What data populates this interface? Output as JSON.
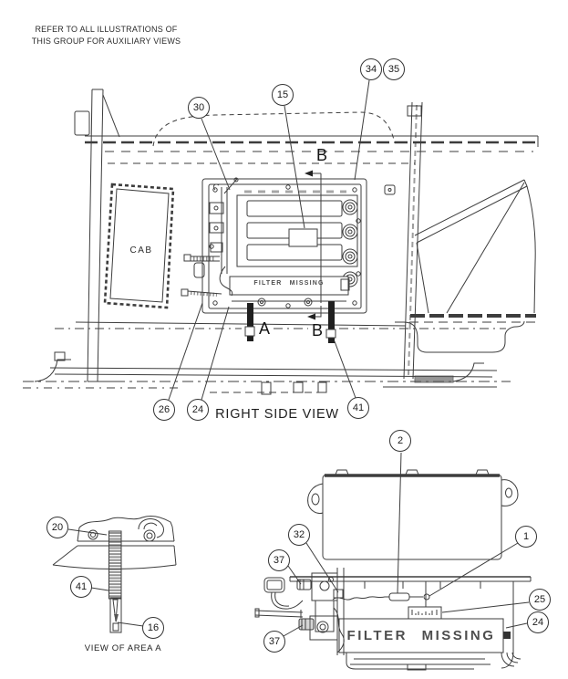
{
  "note": {
    "line1": "REFER TO ALL ILLUSTRATIONS OF",
    "line2": "THIS GROUP FOR AUXILIARY VIEWS"
  },
  "main_view": {
    "caption": "RIGHT SIDE VIEW",
    "cab_label": "CAB",
    "filter_band_text": "FILTER MISSING",
    "section_arrow_top": "B",
    "section_marker_a": "A",
    "section_marker_b": "B",
    "callouts": {
      "c30": "30",
      "c15": "15",
      "c34": "34",
      "c35": "35",
      "c26": "26",
      "c24": "24",
      "c41": "41"
    }
  },
  "area_a_view": {
    "caption": "VIEW OF AREA A",
    "callouts": {
      "c20": "20",
      "c41": "41",
      "c16": "16"
    }
  },
  "rear_view": {
    "filter_band_text": "FILTER MISSING",
    "callouts": {
      "c2": "2",
      "c32": "32",
      "c37_upper": "37",
      "c37_lower": "37",
      "c1": "1",
      "c25": "25",
      "c24": "24"
    }
  },
  "colors": {
    "line": "#3d3d3d",
    "background": "#ffffff"
  }
}
